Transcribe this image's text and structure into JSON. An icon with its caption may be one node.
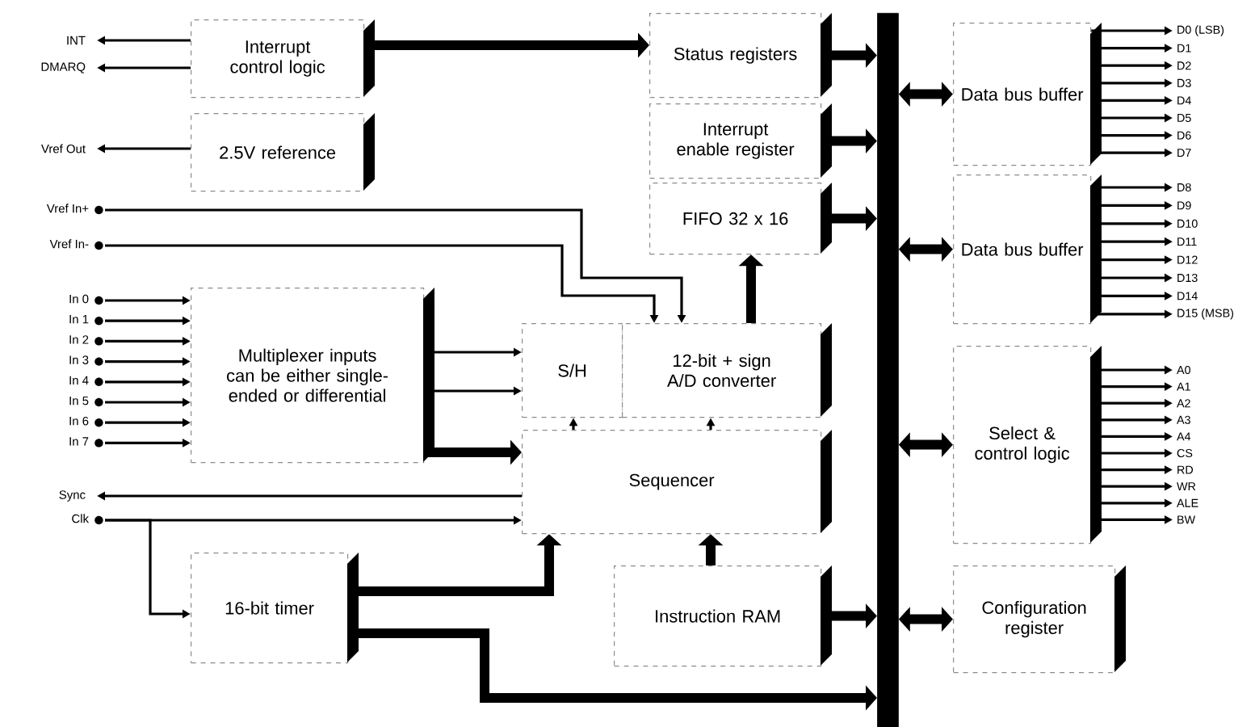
{
  "diagram": {
    "nodes": [
      {
        "text": [
          "Interrupt control logic"
        ]
      },
      {
        "text": [
          "2.5V reference"
        ]
      },
      {
        "text": [
          "Multiplexer inputs can be either single-ended or differential"
        ]
      },
      {
        "text": [
          "Status registers"
        ]
      },
      {
        "text": [
          "Interrupt enable register"
        ]
      },
      {
        "text": [
          "FIFO 32 x 16"
        ]
      },
      {
        "text": [
          "S/H"
        ]
      },
      {
        "text": [
          "12-bit + sign A/D converter"
        ]
      },
      {
        "text": [
          "Sequencer"
        ]
      },
      {
        "text": [
          "Instruction RAM"
        ]
      },
      {
        "text": [
          "16-bit timer"
        ]
      },
      {
        "text": [],
        "shape": "bar"
      },
      {
        "text": [
          "Data bus buffer"
        ]
      },
      {
        "text": [
          "Data bus buffer"
        ]
      },
      {
        "text": [
          "Select & control logic"
        ]
      },
      {
        "text": [
          "Configuration register"
        ]
      },
      {
        "text": [
          "INT"
        ]
      },
      {
        "text": [
          "DMARQ"
        ]
      },
      {
        "text": [
          "Vref Out"
        ]
      },
      {
        "text": [
          "Vref In+"
        ]
      },
      {
        "text": [
          "Vref In-"
        ]
      },
      {
        "text": [
          "In 0"
        ]
      },
      {
        "text": [
          "In 1"
        ]
      },
      {
        "text": [
          "In 2"
        ]
      },
      {
        "text": [
          "In 3"
        ]
      },
      {
        "text": [
          "In 4"
        ]
      },
      {
        "text": [
          "In 5"
        ]
      },
      {
        "text": [
          "In 6"
        ]
      },
      {
        "text": [
          "In 7"
        ]
      },
      {
        "text": [
          "Sync"
        ]
      },
      {
        "text": [
          "Clk"
        ]
      },
      {
        "text": [
          "D0 (LSB)"
        ]
      },
      {
        "text": [
          "D1"
        ]
      },
      {
        "text": [
          "D2"
        ]
      },
      {
        "text": [
          "D3"
        ]
      },
      {
        "text": [
          "D4"
        ]
      },
      {
        "text": [
          "D5"
        ]
      },
      {
        "text": [
          "D6"
        ]
      },
      {
        "text": [
          "D7"
        ]
      },
      {
        "text": [
          "D8"
        ]
      },
      {
        "text": [
          "D9"
        ]
      },
      {
        "text": [
          "D10"
        ]
      },
      {
        "text": [
          "D11"
        ]
      },
      {
        "text": [
          "D12"
        ]
      },
      {
        "text": [
          "D13"
        ]
      },
      {
        "text": [
          "D14"
        ]
      },
      {
        "text": [
          "D15 (MSB)"
        ]
      },
      {
        "text": [
          "A0"
        ]
      },
      {
        "text": [
          "A1"
        ]
      },
      {
        "text": [
          "A2"
        ]
      },
      {
        "text": [
          "A3"
        ]
      },
      {
        "text": [
          "A4"
        ]
      },
      {
        "text": [
          "CS"
        ]
      },
      {
        "text": [
          "RD"
        ]
      },
      {
        "text": [
          "WR"
        ]
      },
      {
        "text": [
          "ALE"
        ]
      },
      {
        "text": [
          "BW"
        ]
      }
    ],
    "edges": [
      {
        "from": 0,
        "to": 16,
        "arrow": "to"
      },
      {
        "from": 0,
        "to": 17,
        "arrow": "to"
      },
      {
        "from": 1,
        "to": 18,
        "arrow": "to"
      },
      {
        "from": 19,
        "to": 7,
        "arrow": "to"
      },
      {
        "from": 20,
        "to": 7,
        "arrow": "to"
      },
      {
        "from": 21,
        "to": 2,
        "arrow": "to"
      },
      {
        "from": 22,
        "to": 2,
        "arrow": "to"
      },
      {
        "from": 23,
        "to": 2,
        "arrow": "to"
      },
      {
        "from": 24,
        "to": 2,
        "arrow": "to"
      },
      {
        "from": 25,
        "to": 2,
        "arrow": "to"
      },
      {
        "from": 26,
        "to": 2,
        "arrow": "to"
      },
      {
        "from": 27,
        "to": 2,
        "arrow": "to"
      },
      {
        "from": 28,
        "to": 2,
        "arrow": "to"
      },
      {
        "from": 2,
        "to": 6,
        "arrow": "to"
      },
      {
        "from": 2,
        "to": 6,
        "arrow": "to"
      },
      {
        "from": 2,
        "to": 8,
        "arrow": "to",
        "style": "thick"
      },
      {
        "from": 8,
        "to": 29,
        "arrow": "to"
      },
      {
        "from": 30,
        "to": 8,
        "arrow": "to"
      },
      {
        "from": 30,
        "to": 10,
        "arrow": "to"
      },
      {
        "from": 8,
        "to": 6,
        "arrow": "to"
      },
      {
        "from": 8,
        "to": 7,
        "arrow": "to"
      },
      {
        "from": 7,
        "to": 5,
        "arrow": "to",
        "style": "thick"
      },
      {
        "from": 9,
        "to": 8,
        "arrow": "to",
        "style": "thick"
      },
      {
        "from": 10,
        "to": 8,
        "arrow": "to",
        "style": "thick"
      },
      {
        "from": 10,
        "to": 11,
        "arrow": "to",
        "style": "thick"
      },
      {
        "from": 0,
        "to": 3,
        "arrow": "to",
        "style": "thick"
      },
      {
        "from": 3,
        "to": 11,
        "arrow": "to",
        "style": "thick"
      },
      {
        "from": 4,
        "to": 11,
        "arrow": "to",
        "style": "thick"
      },
      {
        "from": 5,
        "to": 11,
        "arrow": "to",
        "style": "thick"
      },
      {
        "from": 9,
        "to": 11,
        "arrow": "to",
        "style": "thick"
      },
      {
        "from": 11,
        "to": 12,
        "arrow": "both",
        "style": "thick"
      },
      {
        "from": 11,
        "to": 13,
        "arrow": "both",
        "style": "thick"
      },
      {
        "from": 11,
        "to": 14,
        "arrow": "both",
        "style": "thick"
      },
      {
        "from": 11,
        "to": 15,
        "arrow": "both",
        "style": "thick"
      },
      {
        "from": 12,
        "to": 31,
        "arrow": "to"
      },
      {
        "from": 12,
        "to": 32,
        "arrow": "to"
      },
      {
        "from": 12,
        "to": 33,
        "arrow": "to"
      },
      {
        "from": 12,
        "to": 34,
        "arrow": "to"
      },
      {
        "from": 12,
        "to": 35,
        "arrow": "to"
      },
      {
        "from": 12,
        "to": 36,
        "arrow": "to"
      },
      {
        "from": 12,
        "to": 37,
        "arrow": "to"
      },
      {
        "from": 12,
        "to": 38,
        "arrow": "to"
      },
      {
        "from": 13,
        "to": 39,
        "arrow": "to"
      },
      {
        "from": 13,
        "to": 40,
        "arrow": "to"
      },
      {
        "from": 13,
        "to": 41,
        "arrow": "to"
      },
      {
        "from": 13,
        "to": 42,
        "arrow": "to"
      },
      {
        "from": 13,
        "to": 43,
        "arrow": "to"
      },
      {
        "from": 13,
        "to": 44,
        "arrow": "to"
      },
      {
        "from": 13,
        "to": 45,
        "arrow": "to"
      },
      {
        "from": 13,
        "to": 46,
        "arrow": "to"
      },
      {
        "from": 14,
        "to": 47,
        "arrow": "to"
      },
      {
        "from": 14,
        "to": 48,
        "arrow": "to"
      },
      {
        "from": 14,
        "to": 49,
        "arrow": "to"
      },
      {
        "from": 14,
        "to": 50,
        "arrow": "to"
      },
      {
        "from": 14,
        "to": 51,
        "arrow": "to"
      },
      {
        "from": 14,
        "to": 52,
        "arrow": "to"
      },
      {
        "from": 14,
        "to": 53,
        "arrow": "to"
      },
      {
        "from": 14,
        "to": 54,
        "arrow": "to"
      },
      {
        "from": 14,
        "to": 55,
        "arrow": "to"
      },
      {
        "from": 14,
        "to": 56,
        "arrow": "to"
      }
    ]
  }
}
